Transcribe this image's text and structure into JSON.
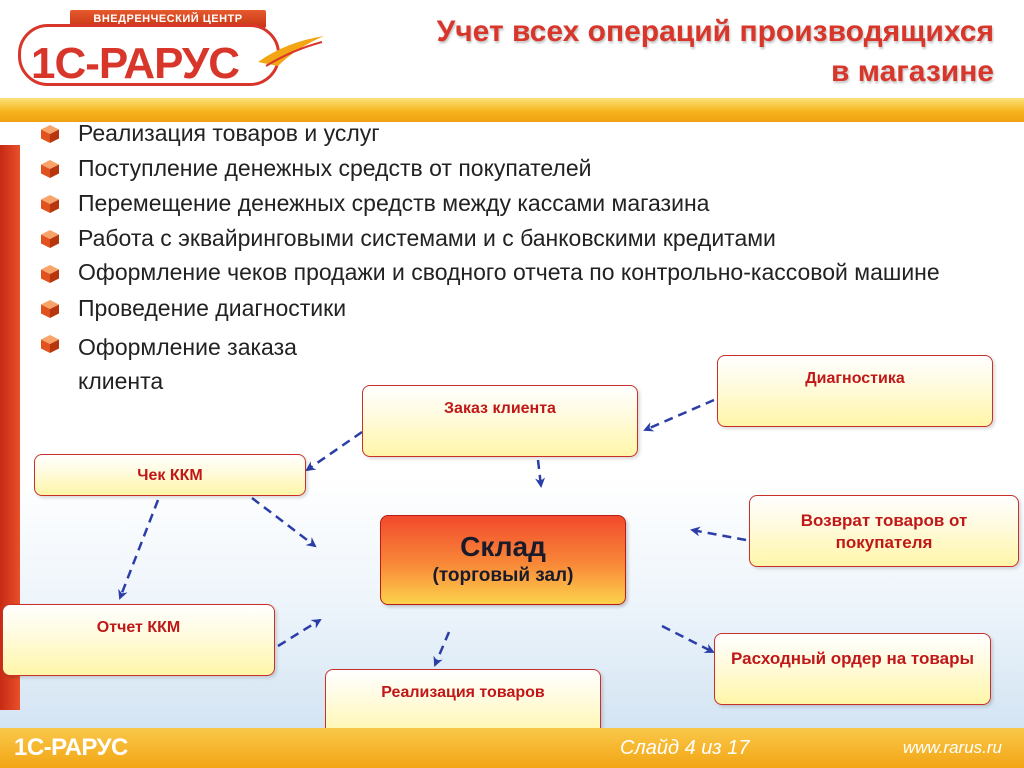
{
  "header": {
    "logo_banner": "ВНЕДРЕНЧЕСКИЙ ЦЕНТР",
    "logo_text": "1С-РАРУС",
    "title_line1": "Учет всех операций производящихся",
    "title_line2": "в магазине"
  },
  "bullets": [
    "Реализация товаров и услуг",
    "Поступление денежных средств от покупателей",
    "Перемещение денежных средств между кассами магазина",
    "Работа с эквайринговыми системами и с банковскими кредитами",
    "Оформление чеков продажи и сводного отчета по контрольно-кассовой машине",
    "Проведение диагностики",
    "Оформление заказа клиента"
  ],
  "diagram": {
    "center_title": "Склад",
    "center_subtitle": "(торговый зал)",
    "boxes": {
      "diagnostics": "Диагностика",
      "customer_order": "Заказ клиента",
      "receipt": "Чек ККМ",
      "return": "Возврат  товаров от покупателя",
      "report": "Отчет ККМ",
      "expense_order": "Расходный ордер на товары",
      "sales": "Реализация товаров"
    }
  },
  "footer": {
    "logo_text": "1С-РАРУС",
    "slide": "Слайд 4 из 17",
    "site": "www.rarus.ru"
  },
  "colors": {
    "accent_red": "#d8362a",
    "box_text": "#c01818",
    "bar_yellow": "#f6b51e"
  }
}
